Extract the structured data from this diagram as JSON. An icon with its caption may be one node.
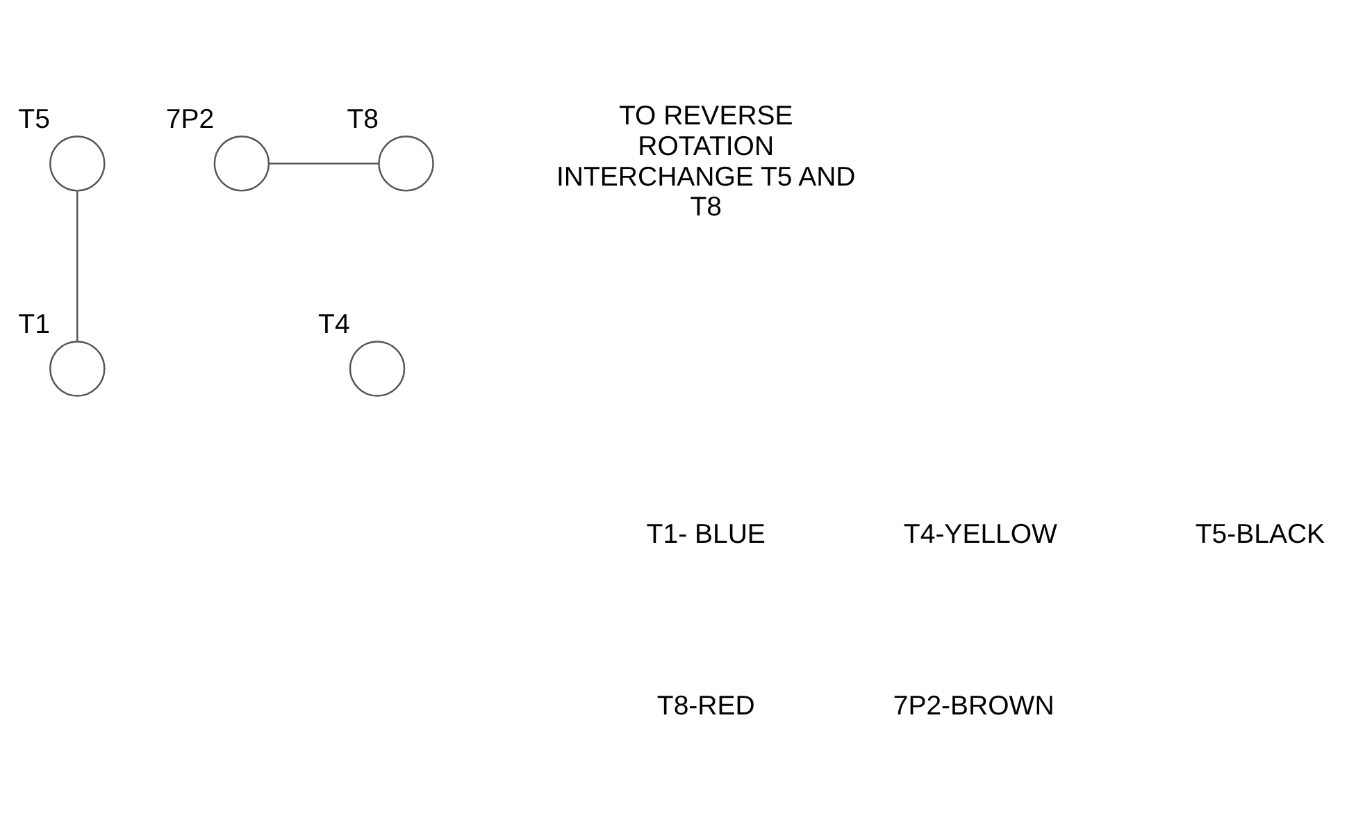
{
  "diagram": {
    "nodes": [
      {
        "text": [],
        "shape": "circle",
        "beside": [
          "T5"
        ]
      },
      {
        "text": [],
        "shape": "circle",
        "beside": [
          "7P2"
        ]
      },
      {
        "text": [],
        "shape": "circle",
        "beside": [
          "T8"
        ]
      },
      {
        "text": [],
        "shape": "circle",
        "beside": [
          "T1"
        ]
      },
      {
        "text": [],
        "shape": "circle",
        "beside": [
          "T4"
        ]
      }
    ],
    "edges": [
      {
        "from": 0,
        "to": 3,
        "arrow": "none"
      },
      {
        "from": 1,
        "to": 2,
        "arrow": "none"
      }
    ],
    "labels": [
      "TO REVERSE ROTATION INTERCHANGE T5 AND T8",
      "T1- BLUE",
      "T4-YELLOW",
      "T5-BLACK",
      "T8-RED",
      "7P2-BROWN"
    ]
  }
}
